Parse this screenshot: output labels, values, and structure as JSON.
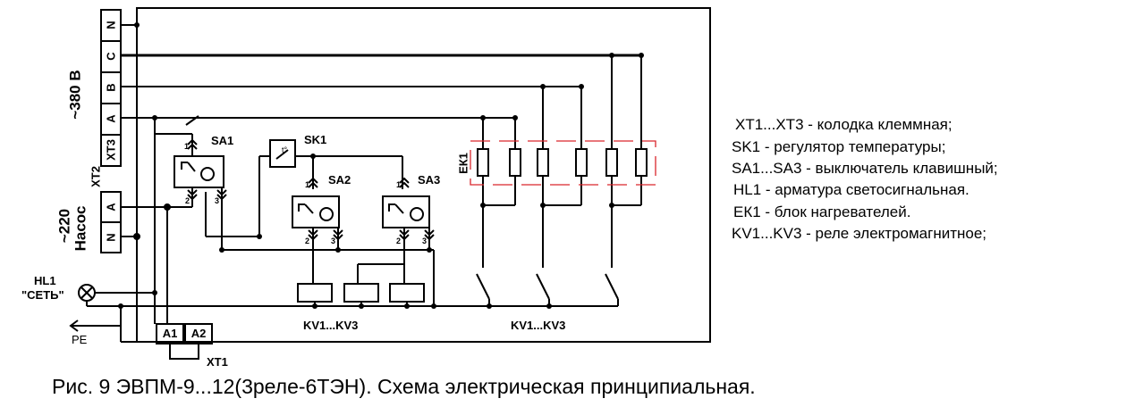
{
  "terminal_letters": {
    "n": "N",
    "c": "C",
    "b": "B",
    "a": "A",
    "a2": "A",
    "n2": "N"
  },
  "labels": {
    "xt3": "XT3",
    "xt2": "XT2",
    "v380": "~380 В",
    "v220": "~220",
    "pump": "Насос",
    "hl1": "HL1",
    "set": "\"СЕТЬ\"",
    "pe": "PE",
    "a1": "A1",
    "a2": "A2",
    "xt1": "XT1",
    "sa1": "SA1",
    "sa2": "SA2",
    "sa3": "SA3",
    "sk1": "SK1",
    "ek1": "ЕК1",
    "kv_coils": "KV1...KV3",
    "kv_contacts": "KV1...KV3",
    "pin1": "1",
    "pin2": "2",
    "pin3": "3",
    "t": "t°"
  },
  "legend": [
    "XT1...XT3  - колодка клеммная;",
    "SK1   - регулятор температуры;",
    "SA1...SA3  - выключатель клавишный;",
    "HL1 - арматура светосигнальная.",
    "ЕК1 - блок нагревателей.",
    "KV1...KV3  - реле электромагнитное;"
  ],
  "caption": "Рис. 9  ЭВПМ-9...12(3реле-6ТЭН).  Схема электрическая принципиальная.",
  "colors": {
    "line": "#000000",
    "heater_box": "#d9262c",
    "background": "#ffffff"
  }
}
